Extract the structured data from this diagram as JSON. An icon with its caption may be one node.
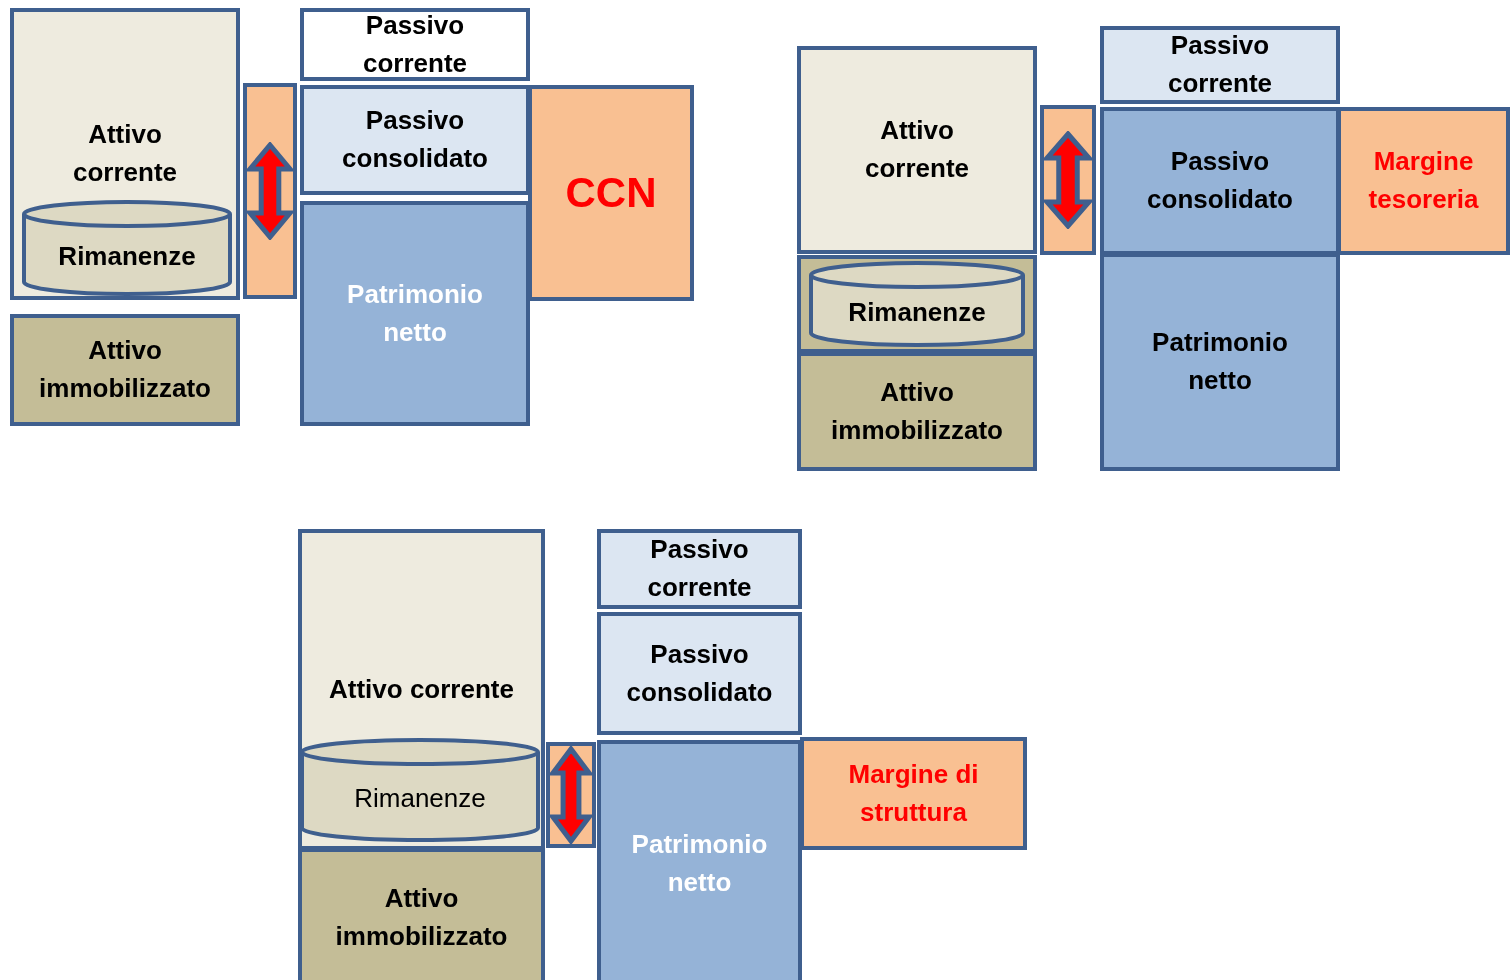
{
  "diagram": {
    "nodes": [
      {
        "text": [
          "Attivo corrente"
        ]
      },
      {
        "text": [
          "Rimanenze"
        ],
        "in": 0
      },
      {
        "text": [
          "Attivo immobilizzato"
        ]
      },
      {
        "text": [],
        "shape": "box"
      },
      {
        "text": [
          "Passivo corrente"
        ]
      },
      {
        "text": [
          "Passivo consolidato"
        ]
      },
      {
        "text": [
          "Patrimonio netto"
        ]
      },
      {
        "text": [
          "CCN"
        ]
      },
      {
        "text": [
          "Attivo corrente"
        ]
      },
      {
        "text": [
          "Rimanenze"
        ]
      },
      {
        "text": [
          "Attivo immobilizzato"
        ]
      },
      {
        "text": [],
        "shape": "box"
      },
      {
        "text": [
          "Passivo corrente"
        ]
      },
      {
        "text": [
          "Passivo consolidato"
        ]
      },
      {
        "text": [
          "Margine tesoreria"
        ]
      },
      {
        "text": [
          "Patrimonio netto"
        ]
      },
      {
        "text": [
          "Attivo corrente"
        ]
      },
      {
        "text": [
          "Rimanenze"
        ],
        "in": 16
      },
      {
        "text": [
          "Attivo immobilizzato"
        ]
      },
      {
        "text": [],
        "shape": "box"
      },
      {
        "text": [
          "Passivo corrente"
        ]
      },
      {
        "text": [
          "Passivo consolidato"
        ]
      },
      {
        "text": [
          "Patrimonio netto"
        ]
      },
      {
        "text": [
          "Margine di struttura"
        ]
      }
    ]
  }
}
